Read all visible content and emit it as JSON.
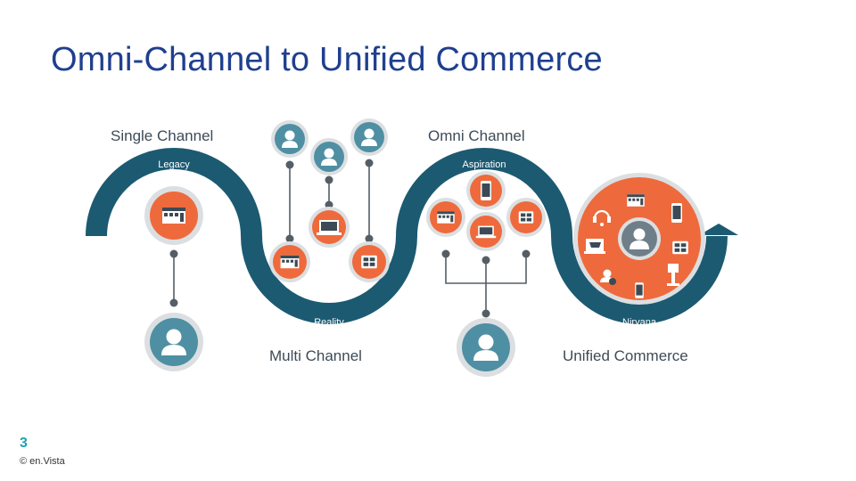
{
  "title": "Omni-Channel to Unified Commerce",
  "stages": {
    "single": {
      "heading": "Single Channel",
      "band": "Legacy"
    },
    "multi": {
      "heading": "Multi Channel",
      "band": "Reality"
    },
    "omni": {
      "heading": "Omni Channel",
      "band": "Aspiration"
    },
    "unified": {
      "heading": "Unified Commerce",
      "band": "Nirvana"
    }
  },
  "footer": {
    "page_number": "3",
    "copyright": "© en.Vista"
  },
  "colors": {
    "band": "#1c5a72",
    "orange": "#ee6a3c",
    "grey_ring": "#dcdfe1",
    "person_teal": "#4f8fa3",
    "title": "#1f3f8f"
  },
  "icons": [
    "store-icon",
    "laptop-icon",
    "mobile-icon",
    "tablet-icon",
    "headset-icon",
    "cart-icon",
    "kiosk-icon",
    "person-icon"
  ]
}
